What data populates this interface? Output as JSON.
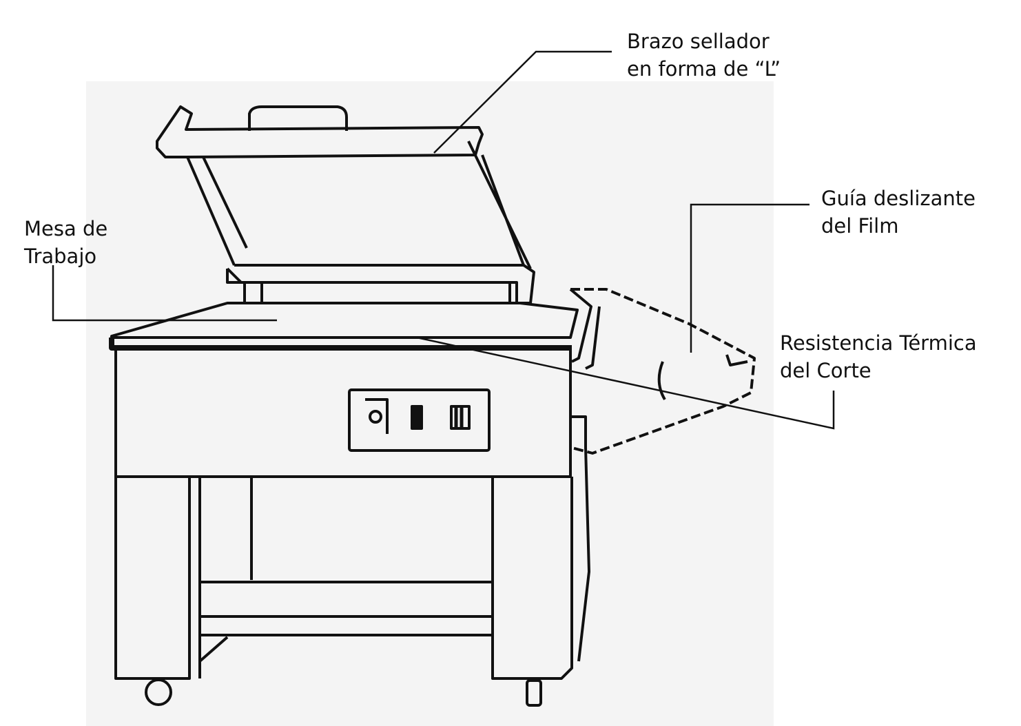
{
  "labels": {
    "sealing_arm": {
      "line1": "Brazo sellador",
      "line2": "en forma de “L”"
    },
    "film_guide": {
      "line1": "Guía deslizante",
      "line2": "del Film"
    },
    "work_table": {
      "line1": "Mesa de",
      "line2": "Trabajo"
    },
    "cutting_resistor": {
      "line1": "Resistencia Térmica",
      "line2": "del Corte"
    }
  },
  "colors": {
    "line": "#111111",
    "background": "#f4f4f4"
  }
}
